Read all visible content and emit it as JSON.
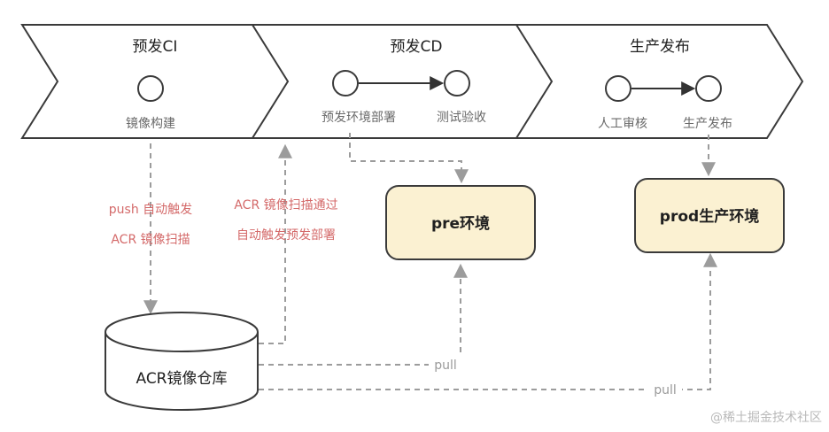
{
  "stages": [
    {
      "title": "预发CI",
      "nodes": [
        "镜像构建"
      ]
    },
    {
      "title": "预发CD",
      "nodes": [
        "预发环境部署",
        "测试验收"
      ]
    },
    {
      "title": "生产发布",
      "nodes": [
        "人工审核",
        "生产发布"
      ]
    }
  ],
  "annotations": {
    "push_line1": "push 自动触发",
    "push_line2": "ACR 镜像扫描",
    "scan_line1": "ACR 镜像扫描通过",
    "scan_line2": "自动触发预发部署"
  },
  "environments": {
    "pre": "pre环境",
    "prod": "prod生产环境"
  },
  "repository": {
    "label": "ACR镜像仓库"
  },
  "pulls": {
    "pre": "pull",
    "prod": "pull"
  },
  "watermark": "@稀土掘金技术社区",
  "colors": {
    "annotation": "#d46a6a",
    "env_fill": "#fbf1d2",
    "dashed": "#9c9c9c",
    "arrow": "#333333"
  }
}
